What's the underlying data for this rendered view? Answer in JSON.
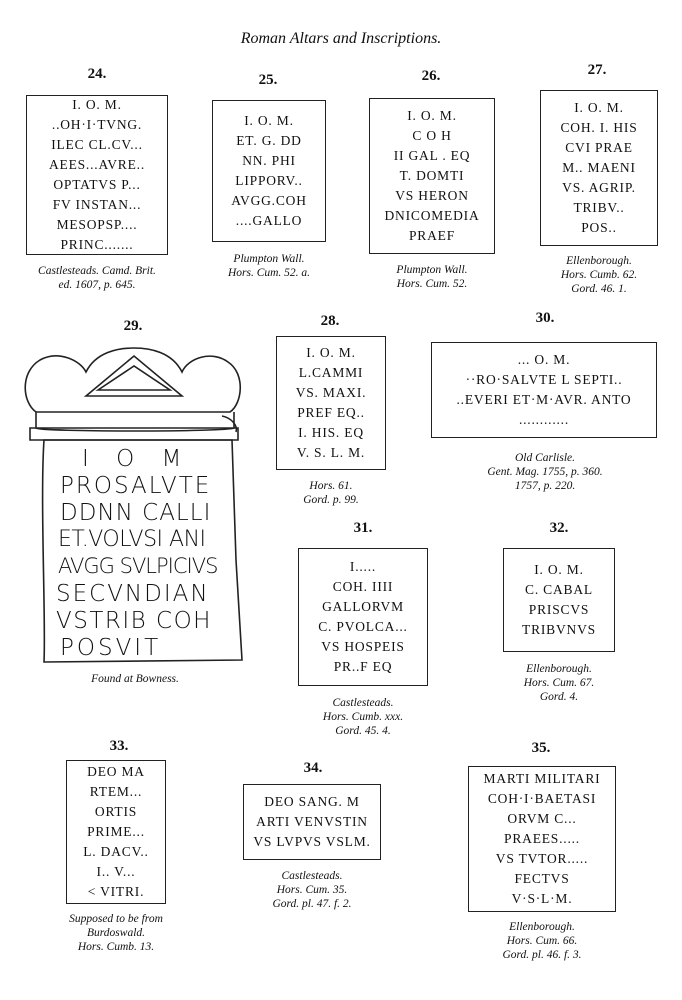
{
  "title": "Roman Altars and Inscriptions.",
  "items": {
    "i24": {
      "num": "24.",
      "lines": [
        "I. O. M.",
        "..OH·I·TVNG.",
        "ILEC CL.CV...",
        "AEES...AVRE..",
        "OPTATVS P...",
        "FV INSTAN...",
        "MESOPSP....",
        "PRINC......."
      ],
      "caption": [
        "Castlesteads. Camd. Brit.",
        "ed. 1607, p. 645."
      ]
    },
    "i25": {
      "num": "25.",
      "lines": [
        "I. O. M.",
        "ET. G. DD",
        "NN. PHI",
        "LIPPORV..",
        "AVGG.COH",
        "....GALLO"
      ],
      "caption": [
        "Plumpton Wall.",
        "Hors. Cum. 52. a."
      ]
    },
    "i26": {
      "num": "26.",
      "lines": [
        "I. O. M.",
        "C O H",
        "II GAL . EQ",
        "T. DOMTI",
        "VS HERON",
        "DNICOMEDIA",
        "PRAEF"
      ],
      "caption": [
        "Plumpton Wall.",
        "Hors. Cum. 52."
      ]
    },
    "i27": {
      "num": "27.",
      "lines": [
        "I. O. M.",
        "COH. I. HIS",
        "CVI PRAE",
        "M.. MAENI",
        "VS. AGRIP.",
        "TRIBV..",
        "POS.."
      ],
      "caption": [
        "Ellenborough.",
        "Hors. Cumb. 62.",
        "Gord. 46. 1."
      ]
    },
    "i28": {
      "num": "28.",
      "lines": [
        "I. O. M.",
        "L.CAMMI",
        "VS. MAXI.",
        "PREF EQ..",
        "I. HIS. EQ",
        "V. S. L. M."
      ],
      "caption": [
        "Hors. 61.",
        "Gord. p. 99."
      ]
    },
    "i29": {
      "num": "29.",
      "lines": [
        "I O M",
        "PROSALVTE",
        "DDNN CALLI",
        "ET.VOLVSI ANI",
        "AVGG SVLPICIVS",
        "SECVNDIAN",
        "VSTRIB COH",
        "POSVIT"
      ],
      "caption": [
        "Found at Bowness."
      ]
    },
    "i30": {
      "num": "30.",
      "lines": [
        "... O.  M.",
        "··RO·SALVTE L SEPTI..",
        "..EVERI ET·M·AVR. ANTO",
        "............"
      ],
      "caption": [
        "Old Carlisle.",
        "Gent. Mag. 1755, p. 360.",
        "1757, p. 220."
      ]
    },
    "i31": {
      "num": "31.",
      "lines": [
        "I.....",
        "COH. IIII",
        "GALLORVM",
        "C. PVOLCA...",
        "VS HOSPEIS",
        "PR..F EQ"
      ],
      "caption": [
        "Castlesteads.",
        "Hors. Cumb. xxx.",
        "Gord. 45. 4."
      ]
    },
    "i32": {
      "num": "32.",
      "lines": [
        "I. O. M.",
        "C. CABAL",
        "PRISCVS",
        "TRIBVNVS"
      ],
      "caption": [
        "Ellenborough.",
        "Hors. Cum. 67.",
        "Gord. 4."
      ]
    },
    "i33": {
      "num": "33.",
      "lines": [
        "DEO MA",
        "RTEM...",
        "ORTIS",
        "PRIME...",
        "L. DACV..",
        "I.. V...",
        "< VITRI."
      ],
      "caption": [
        "Supposed to be from",
        "Burdoswald.",
        "Hors. Cumb. 13."
      ]
    },
    "i34": {
      "num": "34.",
      "lines": [
        "DEO SANG. M",
        "ARTI VENVSTIN",
        "VS LVPVS VSLM."
      ],
      "caption": [
        "Castlesteads.",
        "Hors. Cum. 35.",
        "Gord. pl. 47. f. 2."
      ]
    },
    "i35": {
      "num": "35.",
      "lines": [
        "MARTI MILITARI",
        "COH·I·BAETASI",
        "ORVM C...",
        "PRAEES.....",
        "VS TVTOR.....",
        "FECTVS",
        "V·S·L·M."
      ],
      "caption": [
        "Ellenborough.",
        "Hors. Cum. 66.",
        "Gord. pl. 46. f. 3."
      ]
    }
  }
}
